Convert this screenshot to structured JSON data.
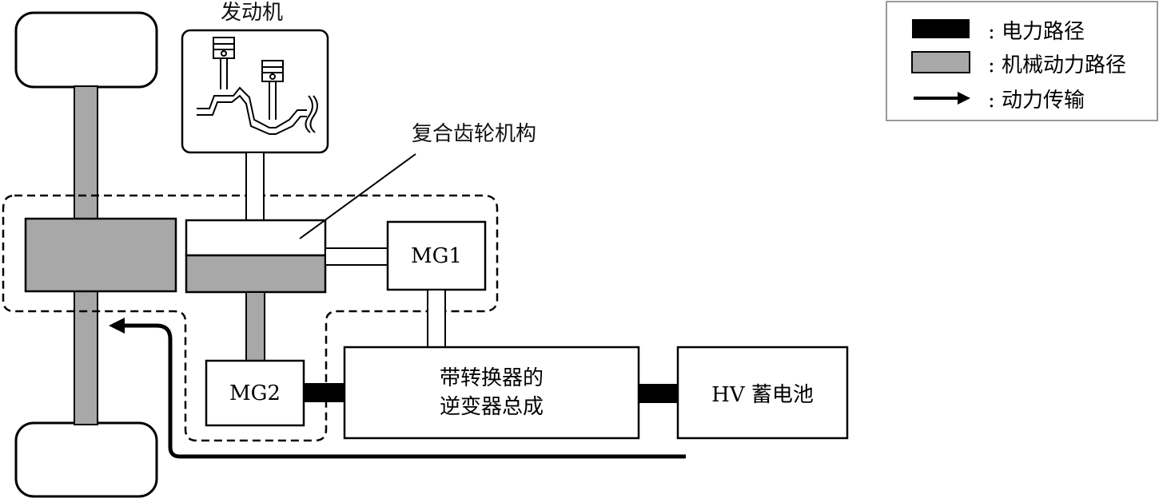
{
  "engine": {
    "label": "发动机"
  },
  "gear": {
    "label": "复合齿轮机构"
  },
  "mg1": {
    "label": "MG1"
  },
  "mg2": {
    "label": "MG2"
  },
  "inverter": {
    "line1": "带转换器的",
    "line2": "逆变器总成"
  },
  "battery": {
    "label": "HV 蓄电池"
  },
  "legend": {
    "electric_label": ": 电力路径",
    "mechanical_label": ": 机械动力路径",
    "transmission_label": ": 动力传输"
  },
  "colors": {
    "electric": "#000000",
    "mechanical": "#a8a8a8",
    "stroke": "#000000"
  }
}
